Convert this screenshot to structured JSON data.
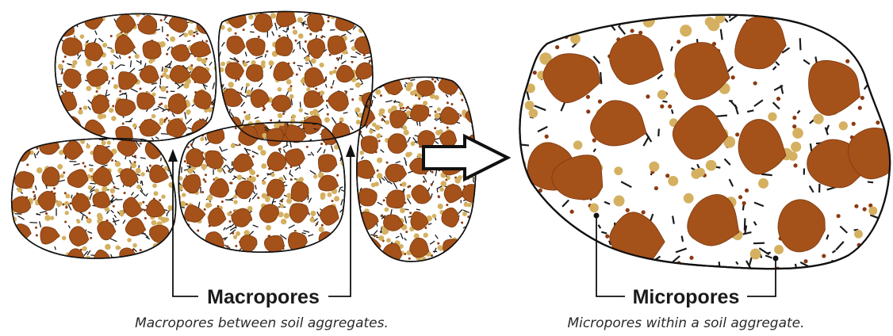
{
  "labels": {
    "macropores": "Macropores",
    "micropores": "Micropores"
  },
  "captions": {
    "left": "Macropores between soil aggregates.",
    "right": "Micropores within a soil aggregate."
  },
  "colors": {
    "large_particle": "#a5511a",
    "small_particle": "#d4b060",
    "organic_fragment": "#1a1a1a",
    "outline": "#111111",
    "background": "#ffffff"
  }
}
